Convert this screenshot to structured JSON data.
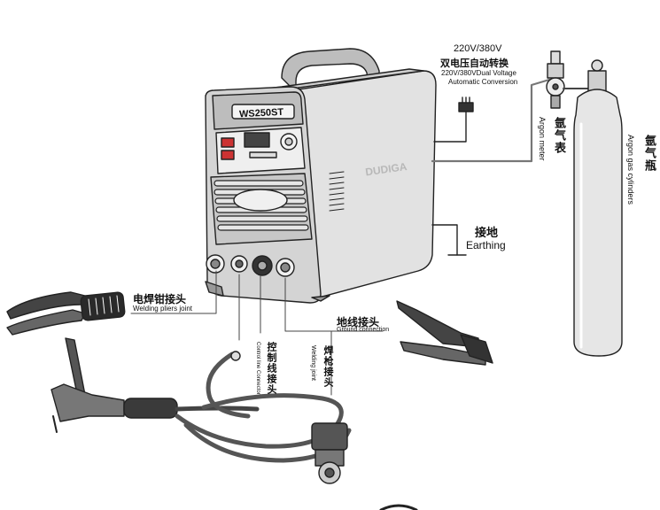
{
  "colors": {
    "background": "#ffffff",
    "machine_body": "#dcdcdc",
    "machine_panel": "#cfcfcf",
    "outline": "#222222",
    "cable": "#555555",
    "cylinder": "#e6e6e6"
  },
  "machine": {
    "model": "WS250ST",
    "brand": "DUDIGA"
  },
  "power": {
    "voltage_label": "220V/380V",
    "cn_label": "双电压自动转换",
    "en_line1": "220V/380VDual Voltage",
    "en_line2": "Automatic Conversion"
  },
  "argon_meter": {
    "cn_label": "氩气表",
    "en_label": "Argon meter"
  },
  "argon_cylinder": {
    "cn_label": "氩气瓶",
    "en_label": "Argon gas cylinders"
  },
  "earthing": {
    "cn_label": "接地",
    "en_label": "Earthing"
  },
  "welding_pliers": {
    "cn_label": "电焊钳接头",
    "en_label": "Welding pliers joint"
  },
  "ground_connection": {
    "cn_label": "地线接头",
    "en_label": "Ground connection"
  },
  "control_line": {
    "cn_label": "控制线接头",
    "en_label": "Control line Connector"
  },
  "welding_gun": {
    "cn_label": "焊枪接头",
    "en_label": "Welding joint"
  }
}
